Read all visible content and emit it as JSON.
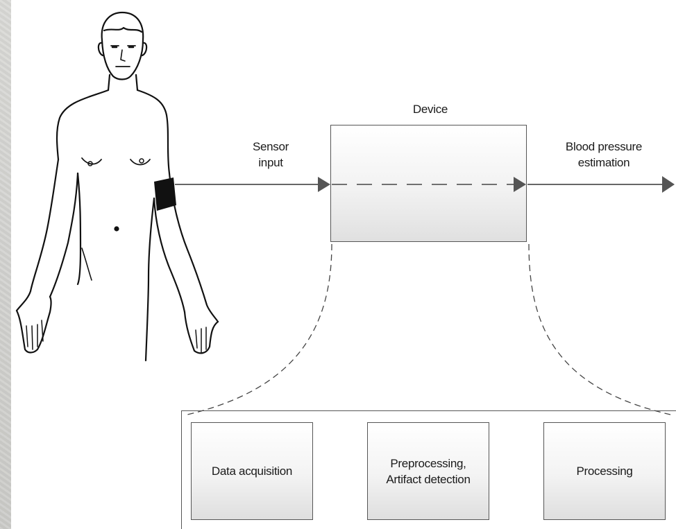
{
  "device": {
    "title": "Device"
  },
  "arrows": {
    "input_label": "Sensor\ninput",
    "output_label": "Blood pressure\nestimation"
  },
  "stages": [
    {
      "label": "Data acquisition"
    },
    {
      "label": "Preprocessing,\nArtifact detection"
    },
    {
      "label": "Processing"
    }
  ]
}
